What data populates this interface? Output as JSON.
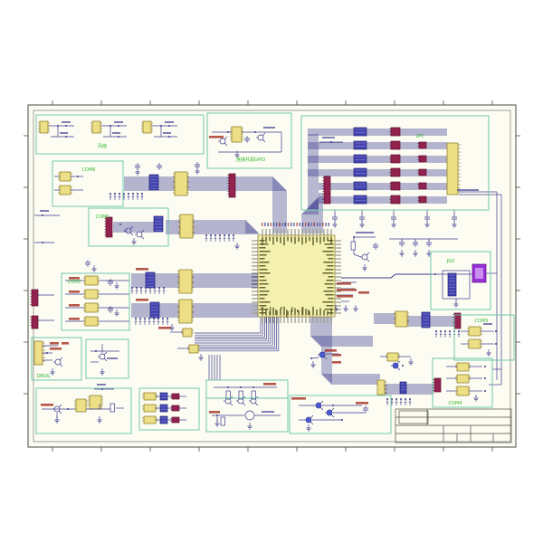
{
  "colors": {
    "page_bg": "#ffffff",
    "sheet_bg": "#fcfcf3",
    "frame": "#4d4d42",
    "section_border": "#63c1a0",
    "section_label": "#2fb72f",
    "wire": "#3b3b90",
    "pin_stub": "#4a4a35",
    "pin_text": "#5a5526",
    "ic_fill": "#f4f0ad",
    "ic_stroke": "#8a7b2e",
    "chip_fill": "#ecdf86",
    "chip_stroke": "#86741f",
    "rn_fill": "#4343ae",
    "rn_stroke": "#26267a",
    "header_fill": "#92224e",
    "header_stroke": "#5e1030",
    "net_label": "#a83a2c",
    "purple_fill": "#9a30d8",
    "purple_stroke": "#55117e",
    "transistor_fill": "#4a5bd4"
  },
  "sections": {
    "fan": {
      "label": "风扇"
    },
    "gpio": {
      "label": "连接共源GPIO"
    },
    "lpc": {
      "label": "LPC"
    },
    "com6": {
      "label": "COM6"
    },
    "com0": {
      "label": "COM0"
    },
    "com2": {
      "label": "COM2"
    },
    "dbug": {
      "label": "DBUG"
    },
    "jd2": {
      "label": "JD2"
    },
    "com5": {
      "label": "COM5"
    },
    "com4": {
      "label": "COM4"
    }
  }
}
